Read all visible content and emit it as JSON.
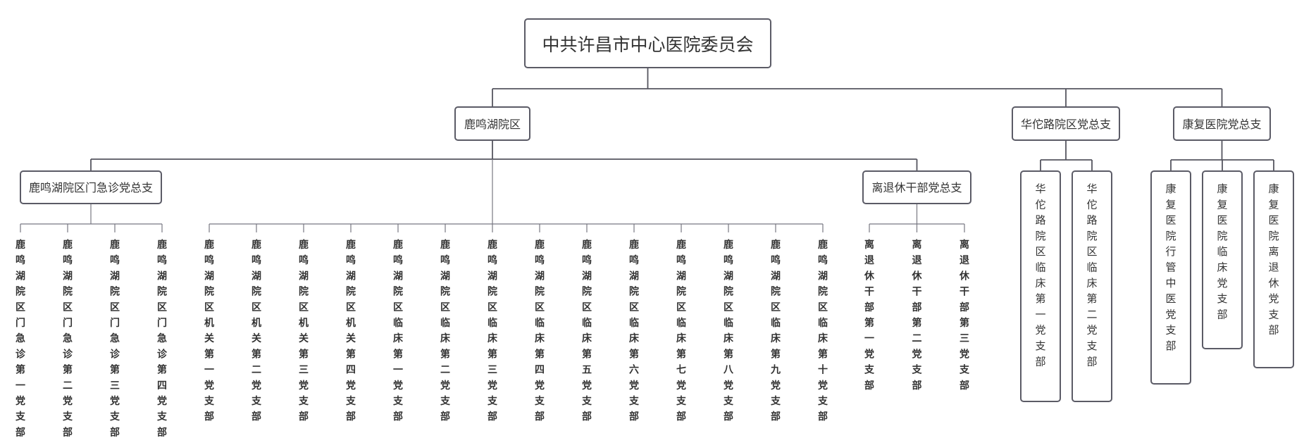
{
  "root": {
    "label": "中共许昌市中心医院委员会"
  },
  "level1": {
    "luming": "鹿鸣湖院区",
    "huatuo": "华佗路院区党总支",
    "kangfu": "康复医院党总支"
  },
  "level2": {
    "menji": "鹿鸣湖院区门急诊党总支",
    "lituixiu": "离退休干部党总支"
  },
  "menji_branches": [
    "鹿鸣湖院区门急诊第一党支部",
    "鹿鸣湖院区门急诊第二党支部",
    "鹿鸣湖院区门急诊第三党支部",
    "鹿鸣湖院区门急诊第四党支部"
  ],
  "luming_branches": [
    "鹿鸣湖院区机关第一党支部",
    "鹿鸣湖院区机关第二党支部",
    "鹿鸣湖院区机关第三党支部",
    "鹿鸣湖院区机关第四党支部",
    "鹿鸣湖院区临床第一党支部",
    "鹿鸣湖院区临床第二党支部",
    "鹿鸣湖院区临床第三党支部",
    "鹿鸣湖院区临床第四党支部",
    "鹿鸣湖院区临床第五党支部",
    "鹿鸣湖院区临床第六党支部",
    "鹿鸣湖院区临床第七党支部",
    "鹿鸣湖院区临床第八党支部",
    "鹿鸣湖院区临床第九党支部",
    "鹿鸣湖院区临床第十党支部"
  ],
  "lituixiu_branches": [
    "离退休干部第一党支部",
    "离退休干部第二党支部",
    "离退休干部第三党支部"
  ],
  "huatuo_branches": [
    "华佗路院区临床第一党支部",
    "华佗路院区临床第二党支部"
  ],
  "kangfu_branches": [
    "康复医院行管中医党支部",
    "康复医院临床党支部",
    "康复医院离退休党支部"
  ]
}
